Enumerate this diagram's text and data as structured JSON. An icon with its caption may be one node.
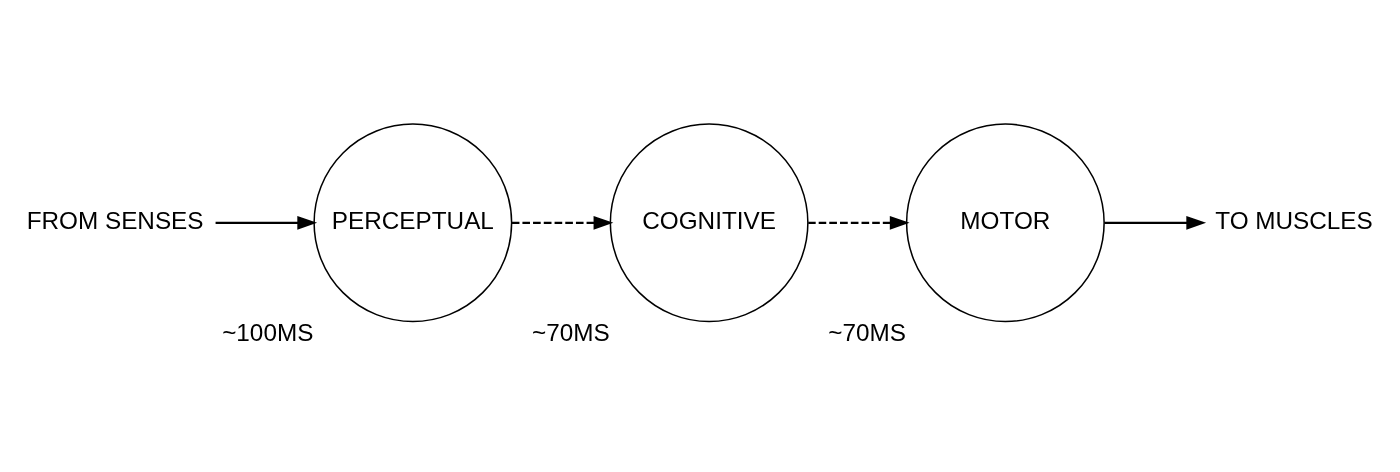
{
  "diagram": {
    "nodes": [
      {
        "text": [
          "FROM SENSES"
        ]
      },
      {
        "text": [
          "PERCEPTUAL"
        ],
        "beside": [
          "~100MS"
        ]
      },
      {
        "text": [
          "COGNITIVE"
        ],
        "beside": [
          "~70MS"
        ]
      },
      {
        "text": [
          "MOTOR"
        ],
        "beside": [
          "~70MS"
        ]
      },
      {
        "text": [
          "TO MUSCLES"
        ]
      }
    ],
    "edges": [
      {
        "from": 0,
        "to": 1,
        "arrow": "to"
      },
      {
        "from": 1,
        "to": 2,
        "arrow": "to",
        "style": "dashed"
      },
      {
        "from": 2,
        "to": 3,
        "arrow": "to",
        "style": "dashed"
      },
      {
        "from": 3,
        "to": 4,
        "arrow": "to"
      }
    ]
  }
}
